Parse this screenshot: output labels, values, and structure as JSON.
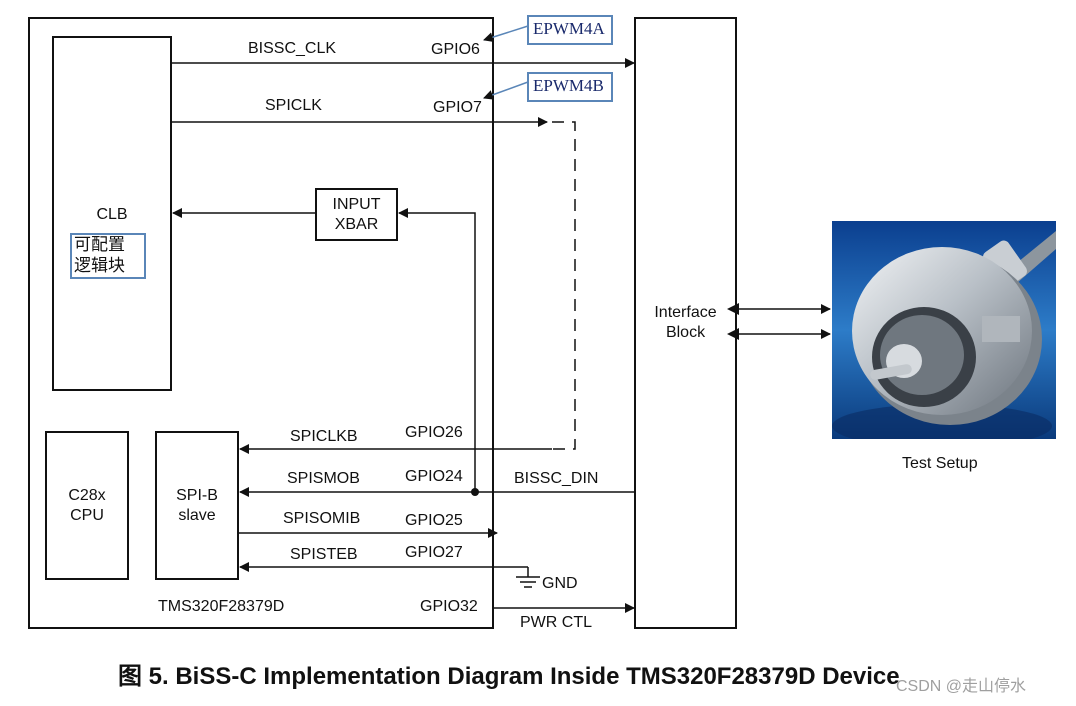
{
  "blocks": {
    "clb": "CLB",
    "clb_cn": [
      "可配置",
      "逻辑块"
    ],
    "input_xbar": [
      "INPUT",
      "XBAR"
    ],
    "cpu": [
      "C28x",
      "CPU"
    ],
    "spi_b": [
      "SPI-B",
      "slave"
    ],
    "device": "TMS320F28379D",
    "interface": [
      "Interface",
      "Block"
    ],
    "test_setup": "Test Setup"
  },
  "tags": {
    "epwm4a": "EPWM4A",
    "epwm4b": "EPWM4B"
  },
  "signals": {
    "bissc_clk": "BISSC_CLK",
    "gpio6": "GPIO6",
    "spiclk": "SPICLK",
    "gpio7": "GPIO7",
    "spiclkb": "SPICLKB",
    "gpio26": "GPIO26",
    "spismob": "SPISMOB",
    "gpio24": "GPIO24",
    "bissc_din": "BISSC_DIN",
    "spisomib": "SPISOMIB",
    "gpio25": "GPIO25",
    "spisteb": "SPISTEB",
    "gpio27": "GPIO27",
    "gnd": "GND",
    "gpio32": "GPIO32",
    "pwr_ctl": "PWR CTL"
  },
  "caption": "图 5. BiSS-C Implementation Diagram Inside TMS320F28379D Device",
  "watermark": "CSDN @走山停水",
  "colors": {
    "tag_border": "#5a86b8",
    "tag_text": "#1a2a6c",
    "line": "#111111"
  }
}
